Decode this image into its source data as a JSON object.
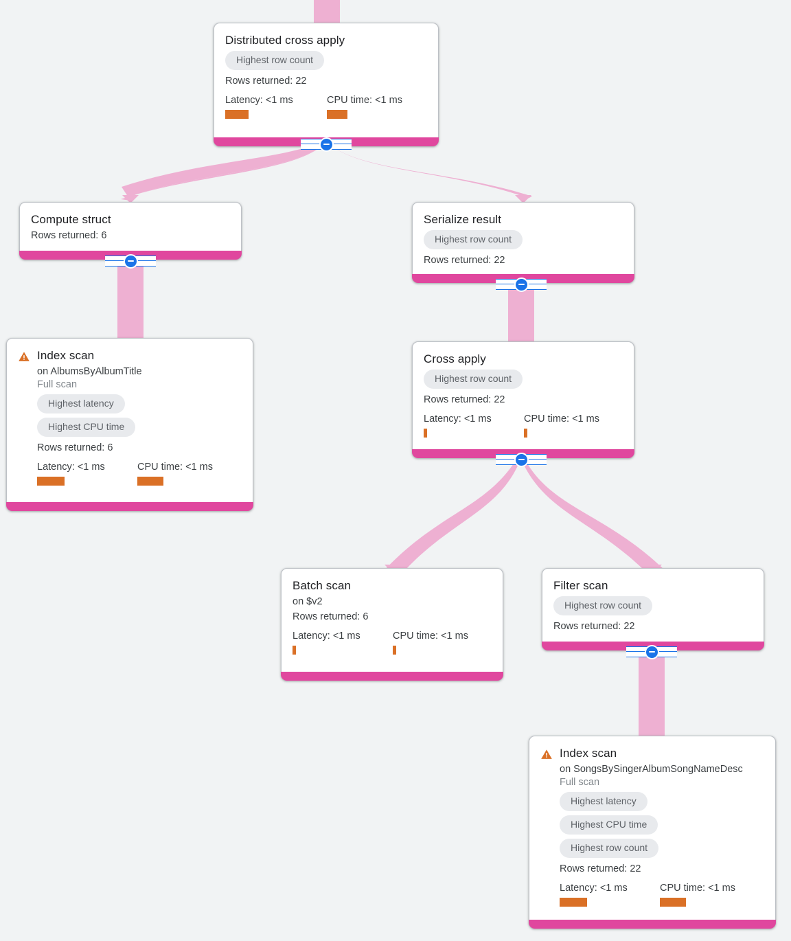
{
  "theme": {
    "background": "#f1f3f4",
    "edge_color": "#eeb0d2",
    "node_accent_bar": "#e0479e",
    "metric_bar_color": "#da7026",
    "badge_background": "#e8eaed",
    "badge_text": "#5f6368",
    "toggle_color": "#1a73e8",
    "warning_color": "#da7026"
  },
  "labels": {
    "rows_returned_prefix": "Rows returned: ",
    "latency_prefix": "Latency: ",
    "cpu_prefix": "CPU time: ",
    "on_prefix": "on ",
    "full_scan": "Full scan"
  },
  "nodes": [
    {
      "id": "distributed-cross-apply",
      "title": "Distributed cross apply",
      "badges": [
        "Highest row count"
      ],
      "rows_returned": "Rows returned: 22",
      "latency": "Latency: <1 ms",
      "cpu_time": "CPU time: <1 ms",
      "warning": false,
      "has_toggle": true
    },
    {
      "id": "compute-struct",
      "title": "Compute struct",
      "badges": [],
      "rows_returned": "Rows returned: 6",
      "warning": false,
      "has_toggle": true
    },
    {
      "id": "serialize-result",
      "title": "Serialize result",
      "badges": [
        "Highest row count"
      ],
      "rows_returned": "Rows returned: 22",
      "warning": false,
      "has_toggle": true
    },
    {
      "id": "index-scan-albums",
      "title": "Index scan",
      "subtitle": "on AlbumsByAlbumTitle",
      "scan_type": "Full scan",
      "badges": [
        "Highest latency",
        "Highest CPU time"
      ],
      "rows_returned": "Rows returned: 6",
      "latency": "Latency: <1 ms",
      "cpu_time": "CPU time: <1 ms",
      "warning": true,
      "has_toggle": false
    },
    {
      "id": "cross-apply",
      "title": "Cross apply",
      "badges": [
        "Highest row count"
      ],
      "rows_returned": "Rows returned: 22",
      "latency": "Latency: <1 ms",
      "cpu_time": "CPU time: <1 ms",
      "warning": false,
      "has_toggle": true
    },
    {
      "id": "batch-scan",
      "title": "Batch scan",
      "subtitle": "on $v2",
      "badges": [],
      "rows_returned": "Rows returned: 6",
      "latency": "Latency: <1 ms",
      "cpu_time": "CPU time: <1 ms",
      "warning": false,
      "has_toggle": false
    },
    {
      "id": "filter-scan",
      "title": "Filter scan",
      "badges": [
        "Highest row count"
      ],
      "rows_returned": "Rows returned: 22",
      "warning": false,
      "has_toggle": true
    },
    {
      "id": "index-scan-songs",
      "title": "Index scan",
      "subtitle": "on SongsBySingerAlbumSongNameDesc",
      "scan_type": "Full scan",
      "badges": [
        "Highest latency",
        "Highest CPU time",
        "Highest row count"
      ],
      "rows_returned": "Rows returned: 22",
      "latency": "Latency: <1 ms",
      "cpu_time": "CPU time: <1 ms",
      "warning": true,
      "has_toggle": false
    }
  ],
  "edges": [
    {
      "from": "root-inlet",
      "to": "distributed-cross-apply"
    },
    {
      "from": "distributed-cross-apply",
      "to": "compute-struct"
    },
    {
      "from": "distributed-cross-apply",
      "to": "serialize-result"
    },
    {
      "from": "compute-struct",
      "to": "index-scan-albums"
    },
    {
      "from": "serialize-result",
      "to": "cross-apply"
    },
    {
      "from": "cross-apply",
      "to": "batch-scan"
    },
    {
      "from": "cross-apply",
      "to": "filter-scan"
    },
    {
      "from": "filter-scan",
      "to": "index-scan-songs"
    }
  ]
}
